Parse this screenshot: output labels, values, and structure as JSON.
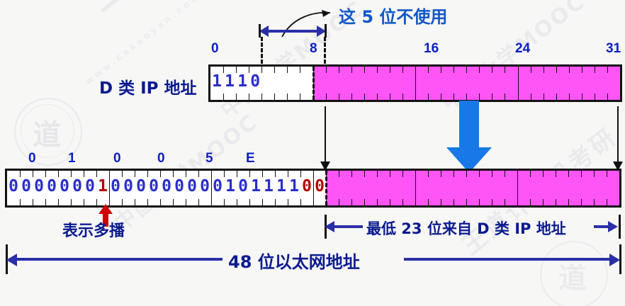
{
  "page": {
    "background_color": "#f7f7f6",
    "label_color": "#0b1a8f",
    "tick_number_color": "#0b1fc0",
    "magenta_color": "#ff55f7",
    "arrow_blue": "#2b2fa6",
    "big_arrow_blue": "#1878e8",
    "red": "#b40000"
  },
  "watermarks": {
    "brand_cn": "王道计算机考研",
    "brand_url": "www.cskaoyan.com",
    "mooc": "中国大学MOOC",
    "logo_glyph": "道"
  },
  "top_annotation": {
    "text": "这 5 位不使用",
    "span_from_bit": 3,
    "span_to_bit": 8
  },
  "ip_row": {
    "label": "D 类 IP 地址",
    "bit_count": 32,
    "tick_labels": [
      "0",
      "8",
      "16",
      "24",
      "31"
    ],
    "tick_bits": [
      0,
      8,
      16,
      24,
      31
    ],
    "prefix_bits": "1110",
    "white_bits": 8,
    "magenta_bits": 24
  },
  "mac_row": {
    "bit_count": 48,
    "hex_labels": [
      "0",
      "1",
      "0",
      "0",
      "5",
      "E"
    ],
    "binary_bits": "000000010000000001011110",
    "highlight_indices": [
      7,
      23
    ],
    "magenta_bits": 23,
    "trailing_white_bit": "0"
  },
  "bottom_labels": {
    "multicast_note": "表示多播",
    "low23_note": "最低 23 位来自 D 类 IP 地址",
    "total_note": "48 位以太网地址"
  }
}
